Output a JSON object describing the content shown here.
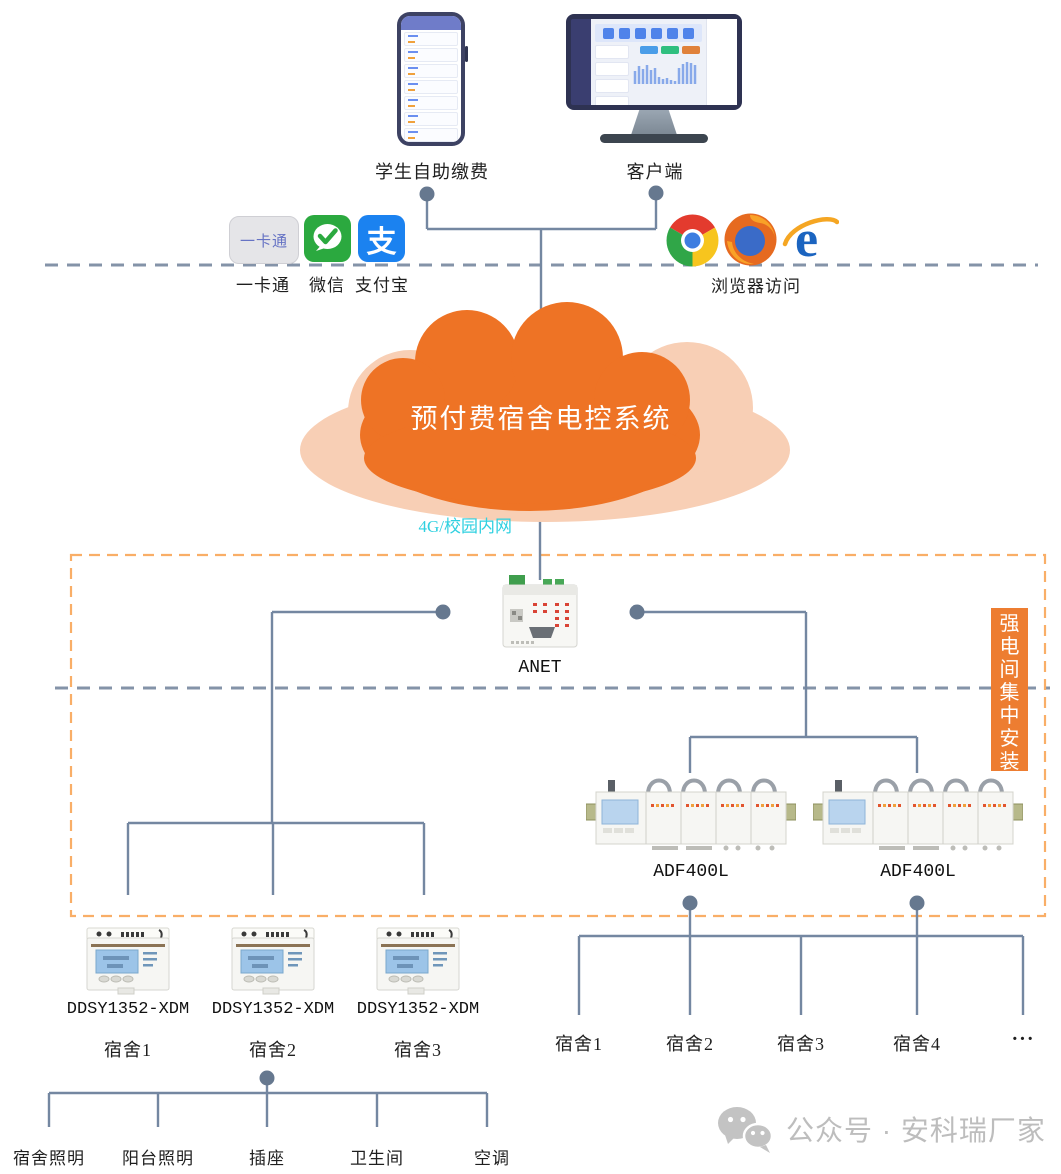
{
  "colors": {
    "cloud_orange": "#ee7325",
    "cloud_light": "#f8cfb5",
    "zone_label_bg": "#ed7d31",
    "link_cyan": "#2fd0e0",
    "connector": "#7487a1",
    "dashed_gray": "#8493a8",
    "dashed_orange": "#f9ae67"
  },
  "top": {
    "phone_label": "学生自助缴费",
    "monitor_label": "客户端"
  },
  "access": {
    "card_badge_text": "一卡通",
    "payment_labels": [
      "一卡通",
      "微信",
      "支付宝"
    ],
    "browser_label": "浏览器访问"
  },
  "cloud": {
    "title": "预付费宿舍电控系统"
  },
  "network": {
    "label": "4G/校园内网"
  },
  "gateway": {
    "model": "ANET"
  },
  "zone": {
    "label": "强电间集中安装"
  },
  "meters_centralized": {
    "units": [
      {
        "model": "ADF400L"
      },
      {
        "model": "ADF400L"
      }
    ],
    "dorm_labels": [
      "宿舍1",
      "宿舍2",
      "宿舍3",
      "宿舍4",
      "···"
    ]
  },
  "meters_dorm": {
    "units": [
      {
        "model": "DDSY1352-XDM",
        "dorm": "宿舍1"
      },
      {
        "model": "DDSY1352-XDM",
        "dorm": "宿舍2"
      },
      {
        "model": "DDSY1352-XDM",
        "dorm": "宿舍3"
      }
    ]
  },
  "loads": [
    "宿舍照明",
    "阳台照明",
    "插座",
    "卫生间",
    "空调"
  ],
  "watermark": {
    "text": "公众号 · 安科瑞厂家"
  }
}
